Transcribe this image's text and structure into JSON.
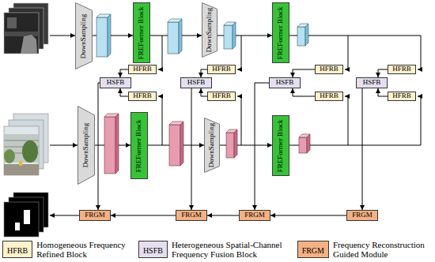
{
  "diagram": {
    "nodes": [
      {
        "text": [
          "DownSampling"
        ]
      },
      {
        "text": [
          "FREFormer Block"
        ]
      },
      {
        "text": [
          "DownSampling"
        ]
      },
      {
        "text": [
          "FREFormer Block"
        ]
      },
      {
        "text": [
          "HFRB"
        ]
      },
      {
        "text": [
          "HFRB"
        ]
      },
      {
        "text": [
          "HFRB"
        ]
      },
      {
        "text": [
          "HFRB"
        ]
      },
      {
        "text": [
          "HSFB"
        ]
      },
      {
        "text": [
          "HSFB"
        ]
      },
      {
        "text": [
          "HSFB"
        ]
      },
      {
        "text": [
          "HSFB"
        ]
      },
      {
        "text": [
          "HFRB"
        ]
      },
      {
        "text": [
          "HFRB"
        ]
      },
      {
        "text": [
          "HFRB"
        ]
      },
      {
        "text": [
          "HFRB"
        ]
      },
      {
        "text": [
          "DownSampling"
        ]
      },
      {
        "text": [
          "FREFormer Block"
        ]
      },
      {
        "text": [
          "DownSampling"
        ]
      },
      {
        "text": [
          "FREFormer Block"
        ]
      },
      {
        "text": [
          "FRGM"
        ]
      },
      {
        "text": [
          "FRGM"
        ]
      },
      {
        "text": [
          "FRGM"
        ]
      },
      {
        "text": [
          "FRGM"
        ]
      }
    ],
    "edges": [
      {
        "from": 4,
        "to": 8,
        "arrow": "to"
      },
      {
        "from": 12,
        "to": 8,
        "arrow": "to"
      },
      {
        "from": 5,
        "to": 9,
        "arrow": "to"
      },
      {
        "from": 13,
        "to": 9,
        "arrow": "to"
      },
      {
        "from": 6,
        "to": 10,
        "arrow": "to"
      },
      {
        "from": 14,
        "to": 10,
        "arrow": "to"
      },
      {
        "from": 7,
        "to": 11,
        "arrow": "to"
      },
      {
        "from": 15,
        "to": 11,
        "arrow": "to"
      },
      {
        "from": 8,
        "to": 20,
        "arrow": "to"
      },
      {
        "from": 9,
        "to": 21,
        "arrow": "to"
      },
      {
        "from": 10,
        "to": 22,
        "arrow": "to"
      },
      {
        "from": 11,
        "to": 23,
        "arrow": "to"
      },
      {
        "from": 23,
        "to": 22,
        "arrow": "to"
      },
      {
        "from": 22,
        "to": 21,
        "arrow": "to"
      },
      {
        "from": 21,
        "to": 20,
        "arrow": "to"
      }
    ],
    "labels": [
      "HFRB",
      "HSFB",
      "FRGM"
    ],
    "legend": [
      {
        "text": "Homogeneous Frequency Refined Block",
        "color": "#fff2cc"
      },
      {
        "text": "Heterogeneous Spatial-Channel Frequency Fusion Block",
        "color": "#e4dff0"
      },
      {
        "text": "Frequency Reconstruction Guided Module",
        "color": "#f4b183"
      }
    ]
  }
}
